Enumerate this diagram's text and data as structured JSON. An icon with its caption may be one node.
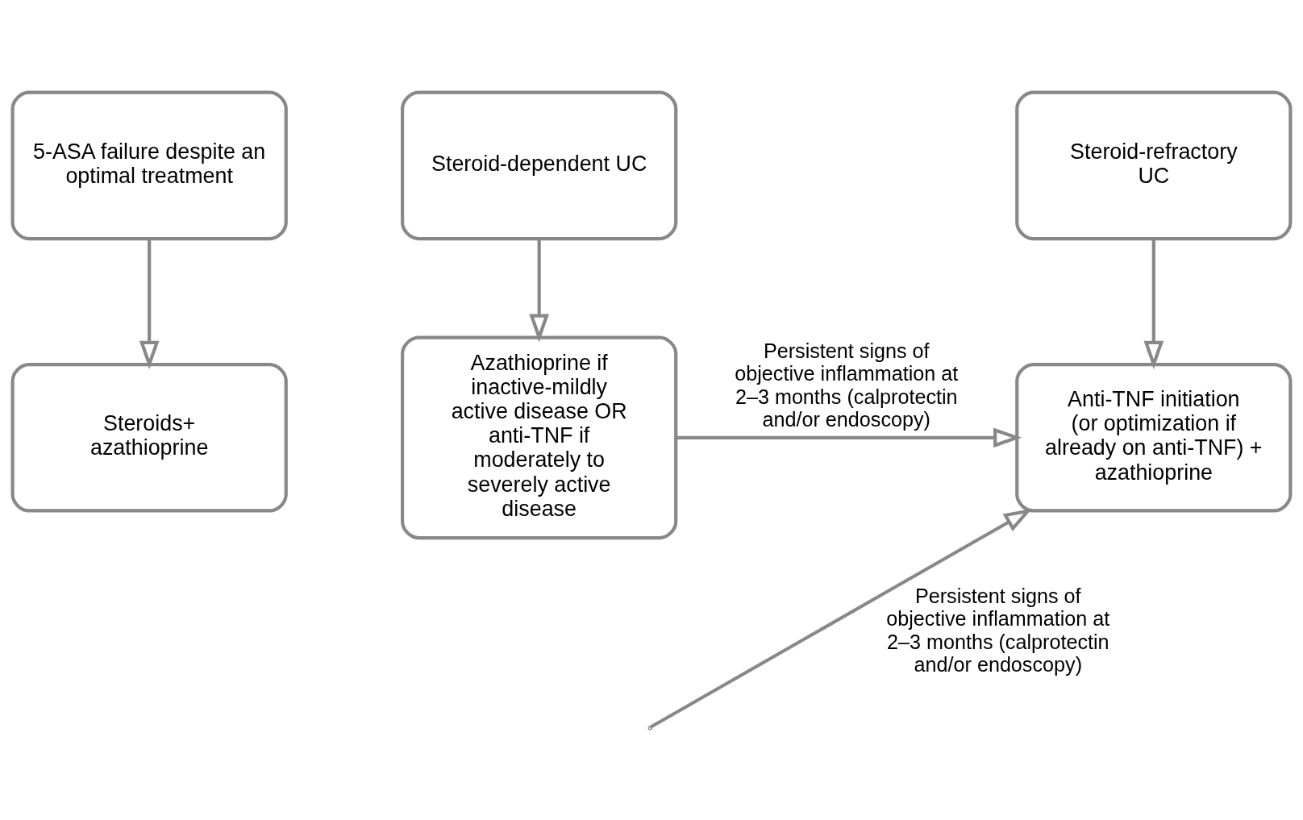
{
  "diagram": {
    "nodes": [
      {
        "text": [
          "5-ASA failure despite an optimal treatment"
        ]
      },
      {
        "text": [
          "Steroid-dependent UC"
        ]
      },
      {
        "text": [
          "Steroid-refractory UC"
        ]
      },
      {
        "text": [
          "Steroids+ azathioprine"
        ]
      },
      {
        "text": [
          "Azathioprine if inactive-mildly active disease OR anti-TNF if moderately to severely active disease"
        ]
      },
      {
        "text": [
          "Anti-TNF initiation (or optimization if already on anti-TNF) + azathioprine"
        ]
      }
    ],
    "edges": [
      {
        "from": 0,
        "to": 3,
        "arrow": "to"
      },
      {
        "from": 1,
        "to": 4,
        "arrow": "to"
      },
      {
        "from": 2,
        "to": 5,
        "arrow": "to"
      },
      {
        "from": 4,
        "to": 5,
        "arrow": "to",
        "label": "Persistent signs of objective inflammation at 2–3 months (calprotectin and/or endoscopy)"
      },
      {
        "from": null,
        "to": 5,
        "arrow": "to",
        "label": "Persistent signs of objective inflammation at 2–3 months (calprotectin and/or endoscopy)"
      }
    ]
  }
}
